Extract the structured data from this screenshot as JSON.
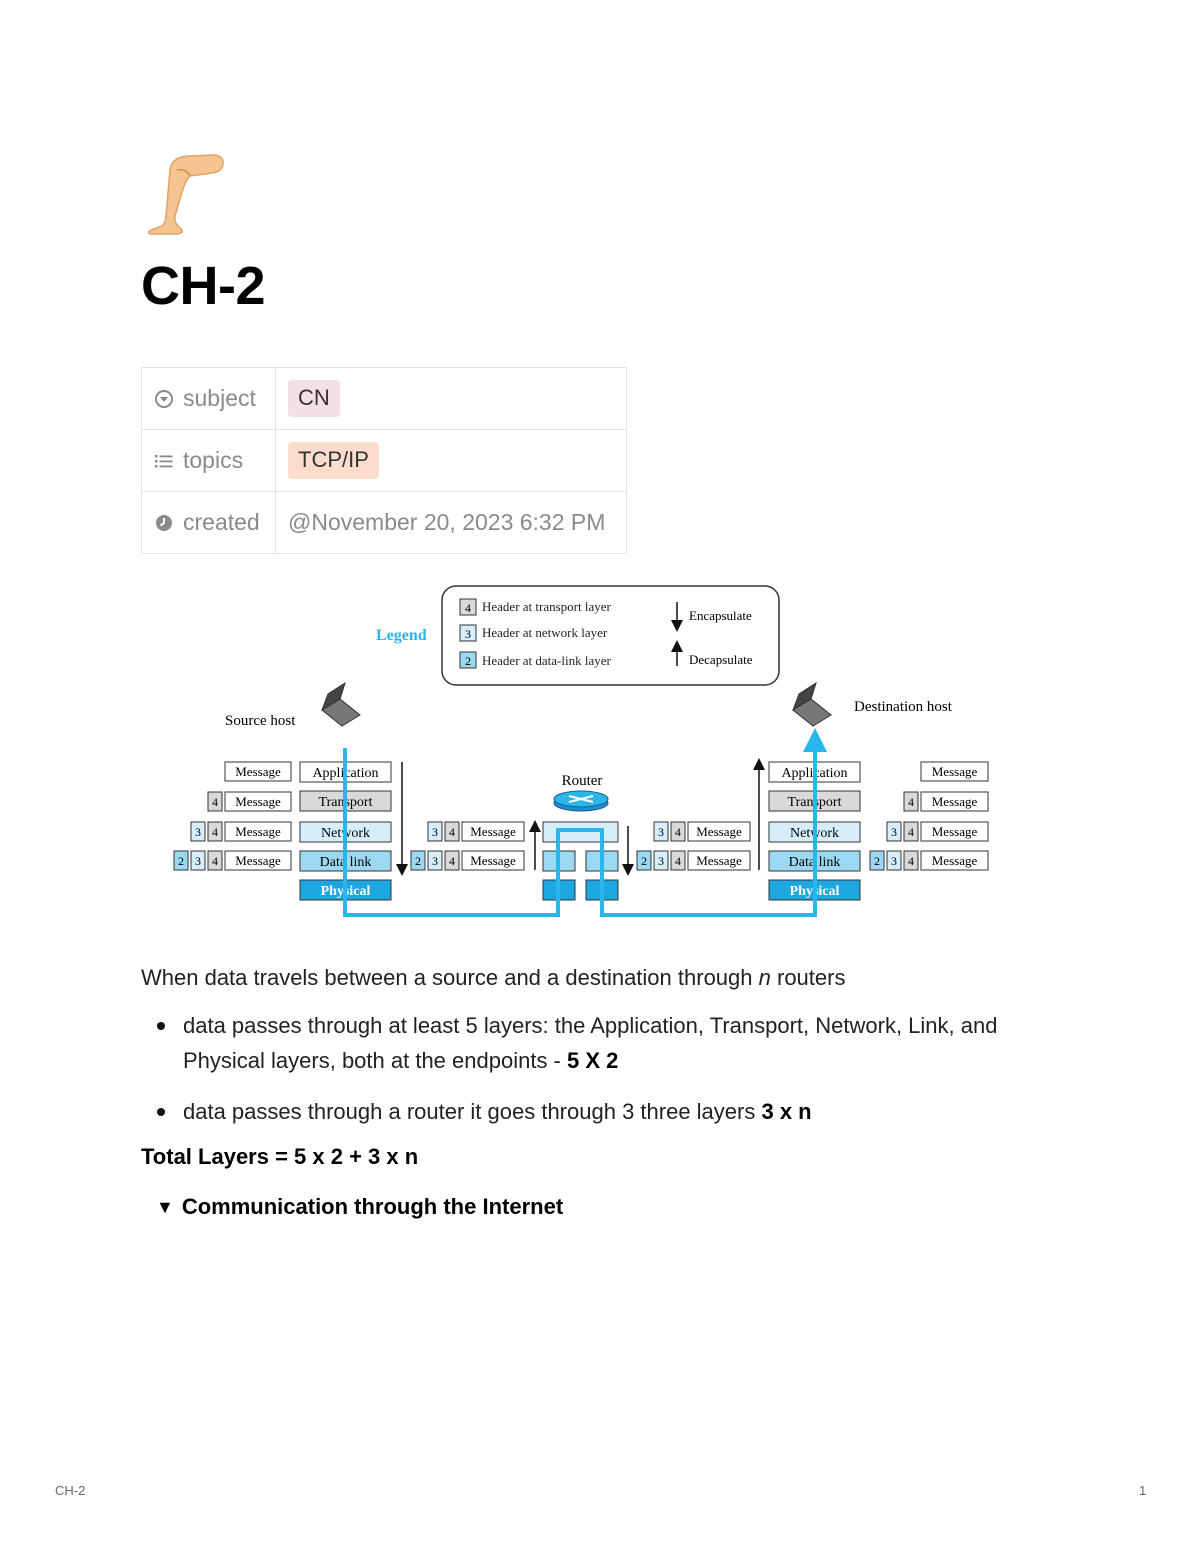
{
  "page": {
    "icon": "leg-emoji",
    "title": "CH-2"
  },
  "properties": [
    {
      "icon": "status-circle-icon",
      "name": "subject",
      "value": "CN",
      "tag_color": "#f4dfe8"
    },
    {
      "icon": "list-icon",
      "name": "topics",
      "value": "TCP/IP",
      "tag_color": "#fbdccd"
    },
    {
      "icon": "clock-icon",
      "name": "created",
      "value": "@November 20, 2023 6:32 PM"
    }
  ],
  "figure": {
    "legend_title": "Legend",
    "legend_items": [
      {
        "num": "4",
        "text": "Header at transport layer",
        "color": "#d9d9d9"
      },
      {
        "num": "3",
        "text": "Header at network layer",
        "color": "#d5eef9"
      },
      {
        "num": "2",
        "text": "Header at data-link layer",
        "color": "#9bd8f2"
      }
    ],
    "encapsulate": "Encapsulate",
    "decapsulate": "Decapsulate",
    "source_host": "Source host",
    "destination_host": "Destination host",
    "router": "Router",
    "layers": [
      "Application",
      "Transport",
      "Network",
      "Data link",
      "Physical"
    ],
    "message": "Message",
    "h4": "4",
    "h3": "3",
    "h2": "2",
    "accent_color": "#29b6ea"
  },
  "content": {
    "intro_prefix": "When data travels between a source and a destination through ",
    "intro_italic": "n",
    "intro_suffix": " routers",
    "bullet1_text": "data passes through at least 5 layers: the Application, Transport, Network, Link, and Physical layers, both at the endpoints - ",
    "bullet1_bold": "5 X 2",
    "bullet2_text": "data passes through a router it goes through 3 three layers ",
    "bullet2_bold": "3 x n",
    "total": "Total Layers = 5 x 2 + 3 x n",
    "toggle_label": "Communication through the Internet"
  },
  "footer": {
    "left": "CH-2",
    "right": "1"
  }
}
